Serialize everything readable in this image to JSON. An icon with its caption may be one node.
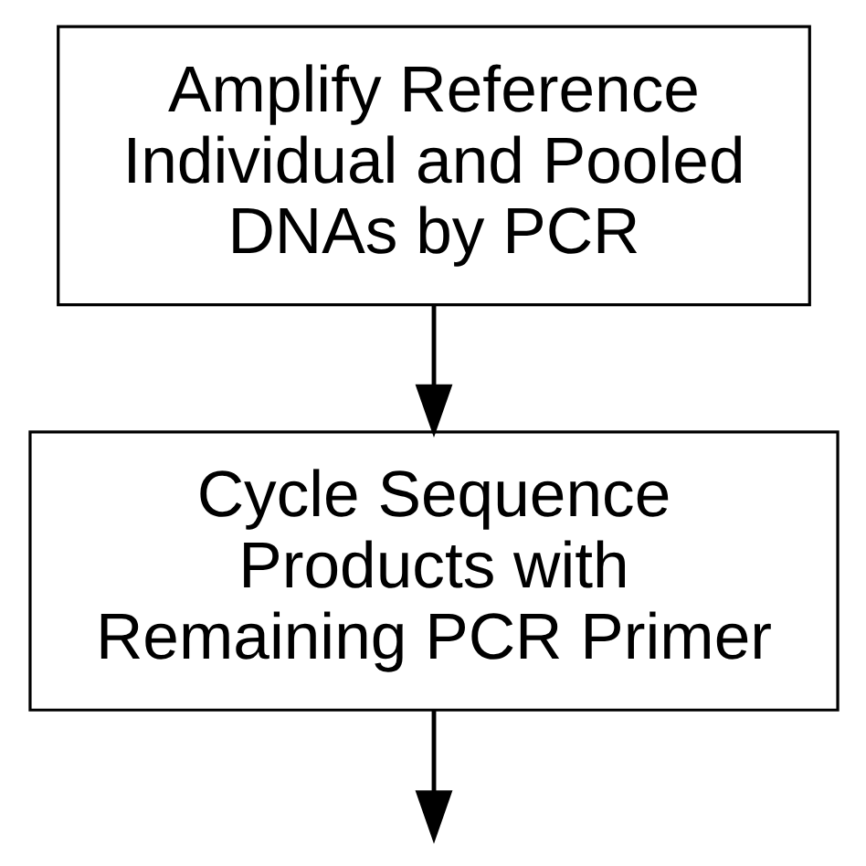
{
  "diagram": {
    "nodes": [
      {
        "text": [
          "Amplify Reference Individual and Pooled DNAs by PCR"
        ]
      },
      {
        "text": [
          "Cycle Sequence Products with Remaining PCR Primer"
        ]
      }
    ],
    "edges": [
      {
        "from": 0,
        "to": 1,
        "arrow": "to"
      },
      {
        "from": 1,
        "to": null,
        "arrow": "to"
      }
    ]
  }
}
